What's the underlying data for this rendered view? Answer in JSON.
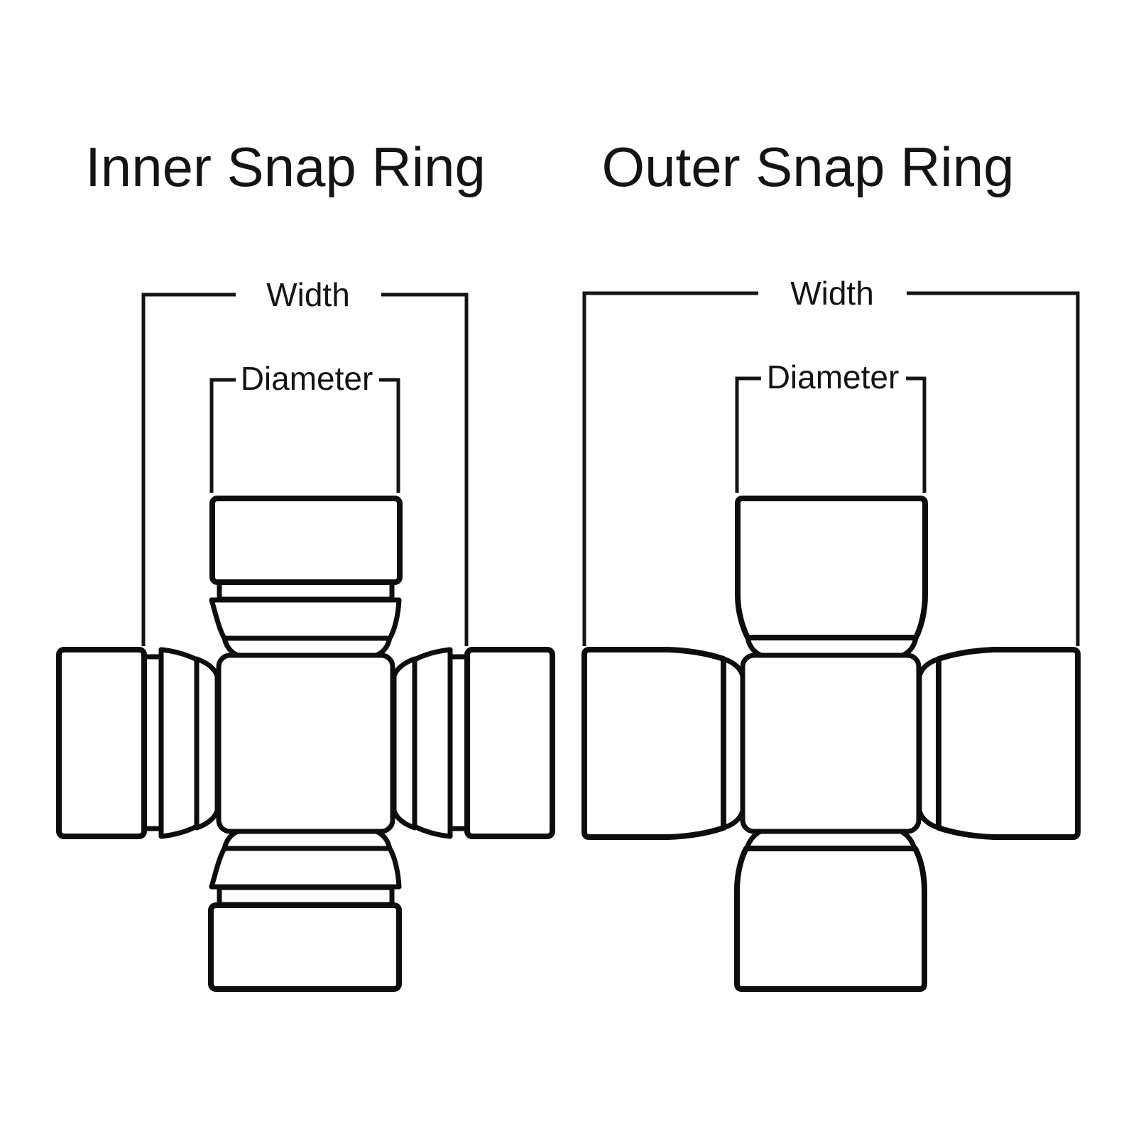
{
  "page": {
    "background_color": "#ffffff",
    "line_color": "#0d0d0d",
    "text_color": "#141414"
  },
  "diagrams": {
    "inner": {
      "title": "Inner Snap Ring",
      "width_label": "Width",
      "diameter_label": "Diameter"
    },
    "outer": {
      "title": "Outer Snap Ring",
      "width_label": "Width",
      "diameter_label": "Diameter"
    }
  }
}
